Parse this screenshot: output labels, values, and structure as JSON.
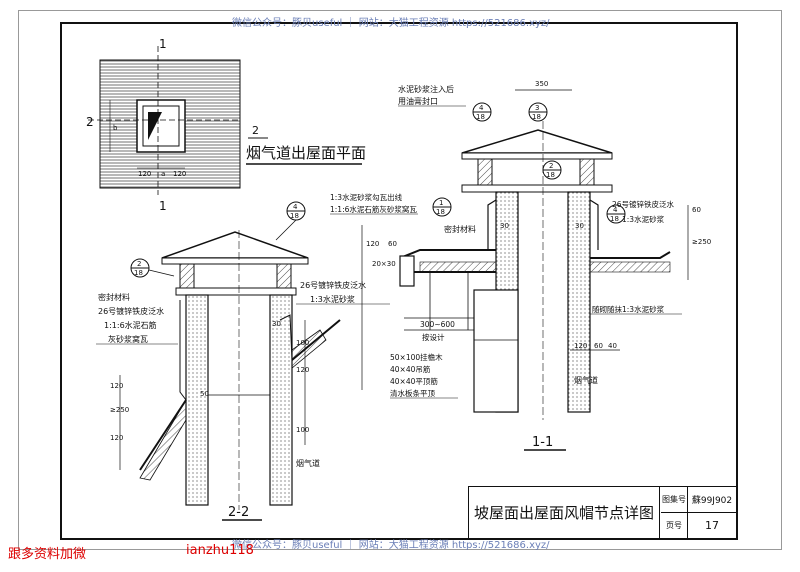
{
  "watermark": "微信公众号：豚贝useful ｜ 网站：大猫工程资源 https://521686.xyz/",
  "footer_left": "跟多资料加微",
  "footer_id": "ianzhu118",
  "title_block": {
    "title": "坡屋面出屋面风帽节点详图",
    "atlas_label": "图集号",
    "atlas_no": "蘇99J902",
    "page_label": "页号",
    "page_no": "17"
  },
  "plan": {
    "section_mark_1": "1",
    "section_mark_2": "2",
    "title": "烟气道出屋面平面",
    "dim_120a": "120",
    "dim_a": "a",
    "dim_120b": "120",
    "dim_b": "b"
  },
  "section22": {
    "name": "2-2",
    "tag4_top": "4",
    "tag4_bot": "18",
    "tag2_top": "2",
    "tag2_bot": "18",
    "seal": "密封材料",
    "flash26": "26号镀锌铁皮泛水",
    "mortar16": "1:1:6水泥石筋",
    "ash_tile": "灰砂浆窝瓦",
    "flash26b": "26号镀锌铁皮泛水",
    "mortar13": "1:3水泥砂浆",
    "flue": "烟气道",
    "d30": "30",
    "d50": "50",
    "d120a": "120",
    "d250": "≥250",
    "d120b": "120",
    "d100": "100",
    "d120c": "120",
    "d100b": "100"
  },
  "section11": {
    "name": "1-1",
    "fill_note1": "水泥砂浆注入后",
    "fill_note2": "用油膏封口",
    "tag4_top": "4",
    "tag4_bot": "18",
    "tag3_top": "3",
    "tag3_bot": "18",
    "tag2_top": "2",
    "tag2_bot": "18",
    "tag1_top": "1",
    "tag1_bot": "18",
    "d350": "350",
    "ridge1": "1:3水泥砂浆勾瓦出线",
    "ridge2": "1:1:6水泥石筋灰砂浆窝瓦",
    "seal": "密封材料",
    "flash26": "26号镀锌铁皮泛水",
    "mortar13": "1:3水泥砂浆",
    "plaster": "随砌随抹1:3水泥砂浆",
    "spacing": "300~600",
    "per_design": "按设计",
    "wood1": "50×100挂檐木",
    "wood2": "40×40吊筋",
    "wood3": "40×40平顶筋",
    "wood4": "清水板条平顶",
    "flue": "烟气道",
    "d2030": "20×30",
    "d120": "120",
    "d60": "60",
    "d250": "≥250",
    "d60b": "60",
    "d120b": "120",
    "d60c": "60",
    "d40": "40",
    "d30": "30",
    "d30b": "30"
  }
}
